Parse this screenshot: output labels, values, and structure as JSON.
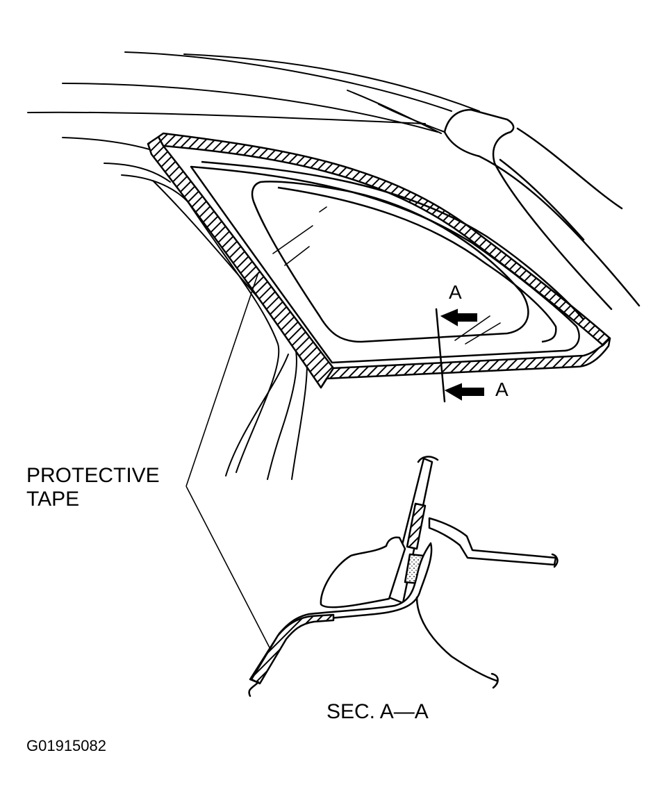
{
  "labels": {
    "protective_tape_line1": "PROTECTIVE",
    "protective_tape_line2": "TAPE",
    "section_mark_upper": "A",
    "section_mark_lower": "A",
    "section_title": "SEC. A—A",
    "figure_code": "G01915082"
  },
  "colors": {
    "ink": "#000000",
    "paper": "#ffffff"
  }
}
